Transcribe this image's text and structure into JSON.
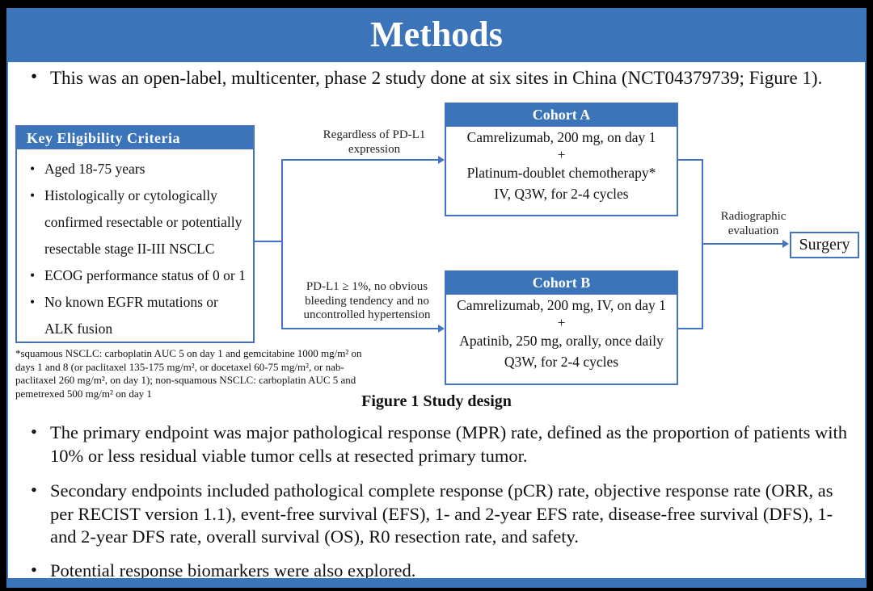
{
  "slide": {
    "title": "Methods",
    "intro_bullet": "This was an open-label, multicenter, phase 2 study done at six sites in China (NCT04379739; Figure 1).",
    "figure": {
      "caption": "Figure 1 Study design",
      "eligibility": {
        "header": "Key Eligibility Criteria",
        "items": [
          "Aged 18-75 years",
          "Histologically or cytologically confirmed resectable or potentially resectable stage II-III NSCLC",
          "ECOG performance status of 0 or 1",
          "No known EGFR mutations or ALK fusion"
        ]
      },
      "branch_labels": {
        "cohort_a": "Regardless of PD-L1 expression",
        "cohort_b": "PD-L1 ≥ 1%, no obvious bleeding tendency and no uncontrolled hypertension"
      },
      "cohort_a": {
        "header": "Cohort A",
        "lines": [
          "Camrelizumab, 200 mg, on day 1",
          "+",
          "Platinum-doublet chemotherapy*",
          "IV, Q3W, for 2-4 cycles"
        ]
      },
      "cohort_b": {
        "header": "Cohort B",
        "lines": [
          "Camrelizumab, 200 mg, IV, on day 1",
          "+",
          "Apatinib, 250 mg, orally, once daily",
          "Q3W, for 2-4 cycles"
        ]
      },
      "evaluation_label": "Radiographic evaluation",
      "surgery_label": "Surgery",
      "footnote": "*squamous NSCLC: carboplatin AUC 5 on day 1 and gemcitabine 1000 mg/m² on days 1 and 8 (or paclitaxel 135-175 mg/m², or docetaxel 60-75 mg/m², or nab-paclitaxel 260 mg/m², on day 1); non-squamous NSCLC: carboplatin AUC 5 and pemetrexed 500 mg/m² on day 1"
    },
    "bullets": [
      "The primary endpoint was major pathological response (MPR) rate, defined as the proportion of patients with 10% or less residual viable tumor cells at resected primary tumor.",
      "Secondary endpoints included pathological complete response (pCR) rate, objective response rate (ORR, as per RECIST version 1.1), event-free survival (EFS), 1- and 2-year EFS rate, disease-free survival (DFS), 1- and 2-year DFS rate, overall survival (OS), R0 resection rate, and safety.",
      "Potential response biomarkers were also explored."
    ],
    "colors": {
      "accent_blue": "#3B74B8",
      "line_blue": "#4472C4",
      "text": "#111111",
      "frame_black": "#000000"
    }
  }
}
